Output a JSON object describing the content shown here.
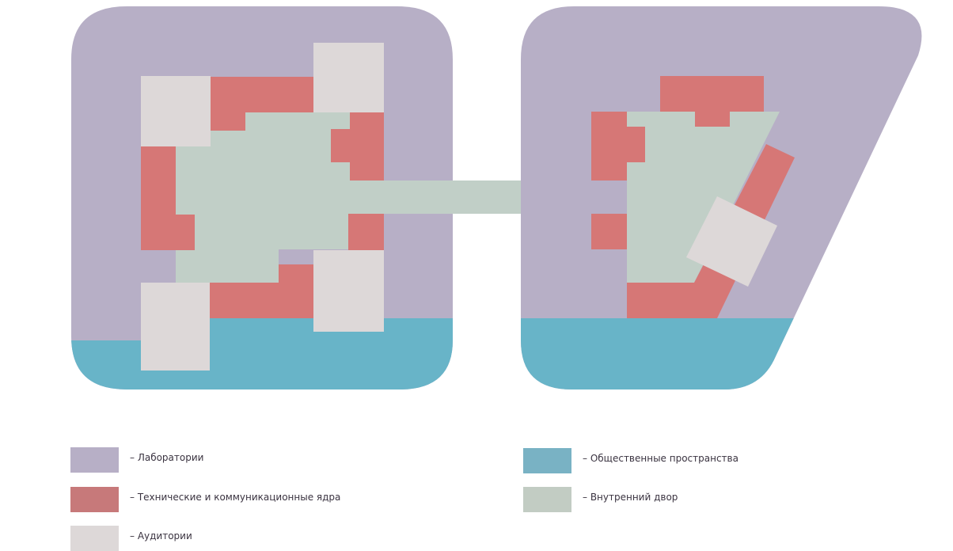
{
  "colors": {
    "labs": "#b7afc6",
    "cores": "#d67776",
    "auditoriums": "#ddd8d8",
    "public": "#68b4c8",
    "courtyard": "#c1cfc7"
  },
  "legend": {
    "labs": {
      "label": "– Лаборатории",
      "color": "#b7afc6"
    },
    "cores": {
      "label": "– Технические и коммуникационные ядра",
      "color": "#c7797a"
    },
    "auditoriums": {
      "label": "– Аудитории",
      "color": "#ddd8d8"
    },
    "public": {
      "label": "– Общественные пространства",
      "color": "#79b2c4"
    },
    "courtyard": {
      "label": "– Внутренний двор",
      "color": "#c2ccc3"
    }
  }
}
